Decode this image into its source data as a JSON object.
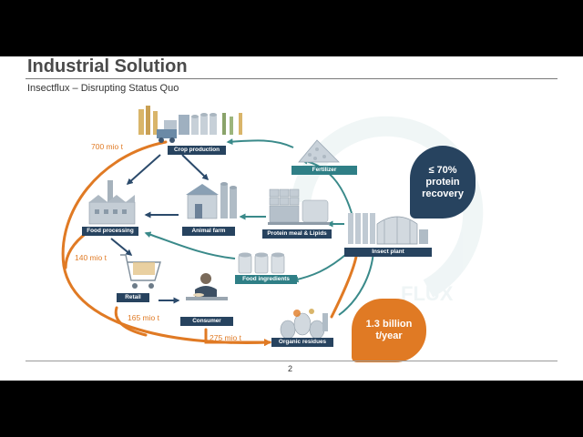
{
  "slide": {
    "title": "Industrial Solution",
    "subtitle": "Insectflux – Disrupting Status Quo",
    "page_number": "2"
  },
  "nodes": {
    "crop_production": "Crop production",
    "fertilizer": "Fertilizer",
    "food_processing": "Food processing",
    "animal_farm": "Animal farm",
    "protein_meal": "Protein meal & Lipids",
    "insect_plant": "Insect plant",
    "food_ingredients": "Food ingredients",
    "retail": "Retail",
    "consumer": "Consumer",
    "organic_residues": "Organic residues"
  },
  "tonnages": {
    "t700": "700 mio t",
    "t140": "140 mio t",
    "t165": "165 mio t",
    "t275": "275 mio t"
  },
  "callouts": {
    "protein_recovery": "≤ 70%\nprotein\nrecovery",
    "billion": "1.3 billion\nt/year"
  },
  "colors": {
    "navy": "#27435f",
    "teal": "#2f7f86",
    "orange": "#e07a24",
    "arrow_dark": "#2b4a6b",
    "arrow_teal": "#3a8a8a"
  }
}
